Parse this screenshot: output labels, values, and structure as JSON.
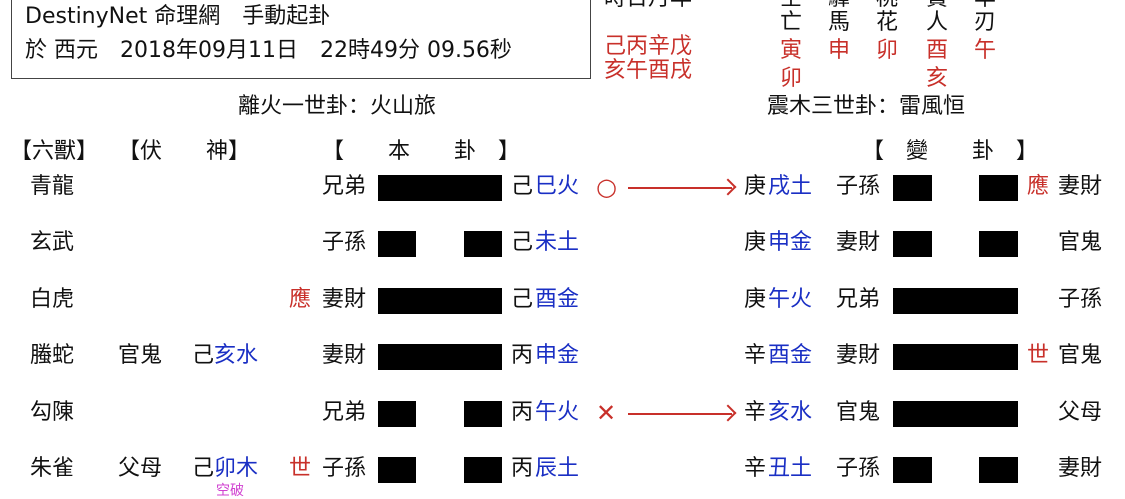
{
  "header": {
    "title": "DestinyNet 命理網　手動起卦",
    "datetime": "於 西元　2018年09月11日　22時49分 09.56秒"
  },
  "pillars": {
    "label": "時日月年",
    "stems": "己丙辛戊",
    "branches": "亥午酉戌"
  },
  "shensha": [
    {
      "top": "空",
      "bottom": "亡",
      "values": [
        "寅",
        "卯"
      ]
    },
    {
      "top": "驛",
      "bottom": "馬",
      "values": [
        "申"
      ]
    },
    {
      "top": "桃",
      "bottom": "花",
      "values": [
        "卯"
      ]
    },
    {
      "top": "貴",
      "bottom": "人",
      "values": [
        "酉",
        "亥"
      ]
    },
    {
      "top": "羊",
      "bottom": "刃",
      "values": [
        "午"
      ]
    }
  ],
  "main_hexagram": "離火一世卦：火山旅",
  "changed_hexagram": "震木三世卦：雷風恒",
  "columns": {
    "beasts": "【六獸】",
    "fushen": "【伏　　神】",
    "main": "【　　本　　卦　】",
    "changed": "【　變　　卦　】"
  },
  "rows": [
    {
      "beast": "青龍",
      "fu_rel": "",
      "fu_stem": "",
      "fu_branch": "",
      "marker": "",
      "rel": "兄弟",
      "line": "yang",
      "stem": "己",
      "branch": "巳火",
      "move": "○",
      "c_stem": "庚",
      "c_branch": "戌土",
      "c_rel": "子孫",
      "c_line": "yin",
      "c_marker": "應",
      "c_rel2": "妻財"
    },
    {
      "beast": "玄武",
      "fu_rel": "",
      "fu_stem": "",
      "fu_branch": "",
      "marker": "",
      "rel": "子孫",
      "line": "yin",
      "stem": "己",
      "branch": "未土",
      "move": "",
      "c_stem": "庚",
      "c_branch": "申金",
      "c_rel": "妻財",
      "c_line": "yin",
      "c_marker": "",
      "c_rel2": "官鬼"
    },
    {
      "beast": "白虎",
      "fu_rel": "",
      "fu_stem": "",
      "fu_branch": "",
      "marker": "應",
      "rel": "妻財",
      "line": "yang",
      "stem": "己",
      "branch": "酉金",
      "move": "",
      "c_stem": "庚",
      "c_branch": "午火",
      "c_rel": "兄弟",
      "c_line": "yang",
      "c_marker": "",
      "c_rel2": "子孫"
    },
    {
      "beast": "螣蛇",
      "fu_rel": "官鬼",
      "fu_stem": "己",
      "fu_branch": "亥水",
      "marker": "",
      "rel": "妻財",
      "line": "yang",
      "stem": "丙",
      "branch": "申金",
      "move": "",
      "c_stem": "辛",
      "c_branch": "酉金",
      "c_rel": "妻財",
      "c_line": "yang",
      "c_marker": "世",
      "c_rel2": "官鬼"
    },
    {
      "beast": "勾陳",
      "fu_rel": "",
      "fu_stem": "",
      "fu_branch": "",
      "marker": "",
      "rel": "兄弟",
      "line": "yin",
      "stem": "丙",
      "branch": "午火",
      "move": "✕",
      "c_stem": "辛",
      "c_branch": "亥水",
      "c_rel": "官鬼",
      "c_line": "yang",
      "c_marker": "",
      "c_rel2": "父母"
    },
    {
      "beast": "朱雀",
      "fu_rel": "父母",
      "fu_stem": "己",
      "fu_branch": "卯木",
      "fu_note": "空破",
      "marker": "世",
      "rel": "子孫",
      "line": "yin",
      "stem": "丙",
      "branch": "辰土",
      "move": "",
      "c_stem": "辛",
      "c_branch": "丑土",
      "c_rel": "子孫",
      "c_line": "yin",
      "c_marker": "",
      "c_rel2": "妻財"
    }
  ],
  "colors": {
    "red": "#c8302a",
    "blue": "#1a2fc4",
    "note": "#d040d0"
  }
}
